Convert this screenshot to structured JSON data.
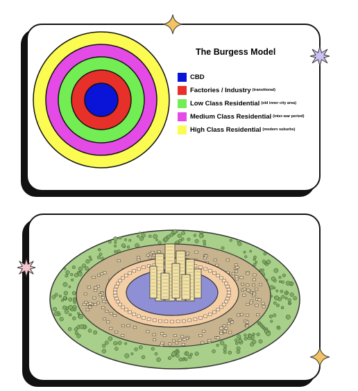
{
  "diagram": {
    "title": "The Burgess Model",
    "zones": [
      {
        "label": "CBD",
        "note": "",
        "color": "#0a14d8"
      },
      {
        "label": "Factories / Industry",
        "note": "(transitional)",
        "color": "#e8302a"
      },
      {
        "label": "Low Class Residential",
        "note": "(old inner city area)",
        "color": "#72ee54"
      },
      {
        "label": "Medium Class Residential",
        "note": "(inter-war period)",
        "color": "#e44ae6"
      },
      {
        "label": "High Class Residential",
        "note": "(modern suburbs)",
        "color": "#fbfb52"
      }
    ]
  },
  "illustration": {
    "colors": {
      "outer_green": "#a8d08a",
      "suburb_tan": "#c7b48e",
      "inner_peach": "#f4cfa6",
      "inner_purple": "#8f8fd6",
      "towers": "#f2e2a6"
    }
  },
  "decor": {
    "sparkle_gold": "#f2c463",
    "sparkle_lilac": "#cfc0f2",
    "sparkle_pink": "#f6c6cf"
  }
}
